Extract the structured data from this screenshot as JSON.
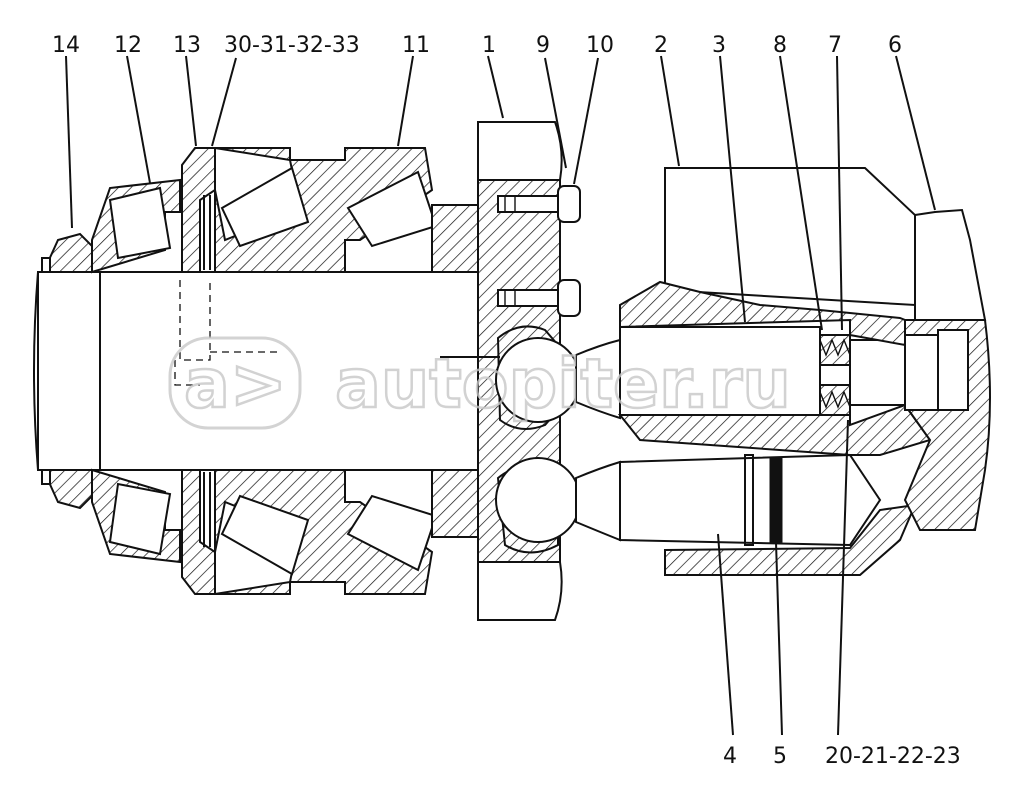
{
  "labels": {
    "l14": "14",
    "l12": "12",
    "l13": "13",
    "l30": "30-31-32-33",
    "l11": "11",
    "l1": "1",
    "l9": "9",
    "l10": "10",
    "l2": "2",
    "l3": "3",
    "l8": "8",
    "l7": "7",
    "l6": "6",
    "l4": "4",
    "l5": "5",
    "l20": "20-21-22-23"
  },
  "watermark": {
    "text": "autopiter.ru",
    "logo_glyph": "a>"
  },
  "colors": {
    "line": "#111111",
    "background": "#ffffff",
    "watermark": "#c8c8c8"
  }
}
